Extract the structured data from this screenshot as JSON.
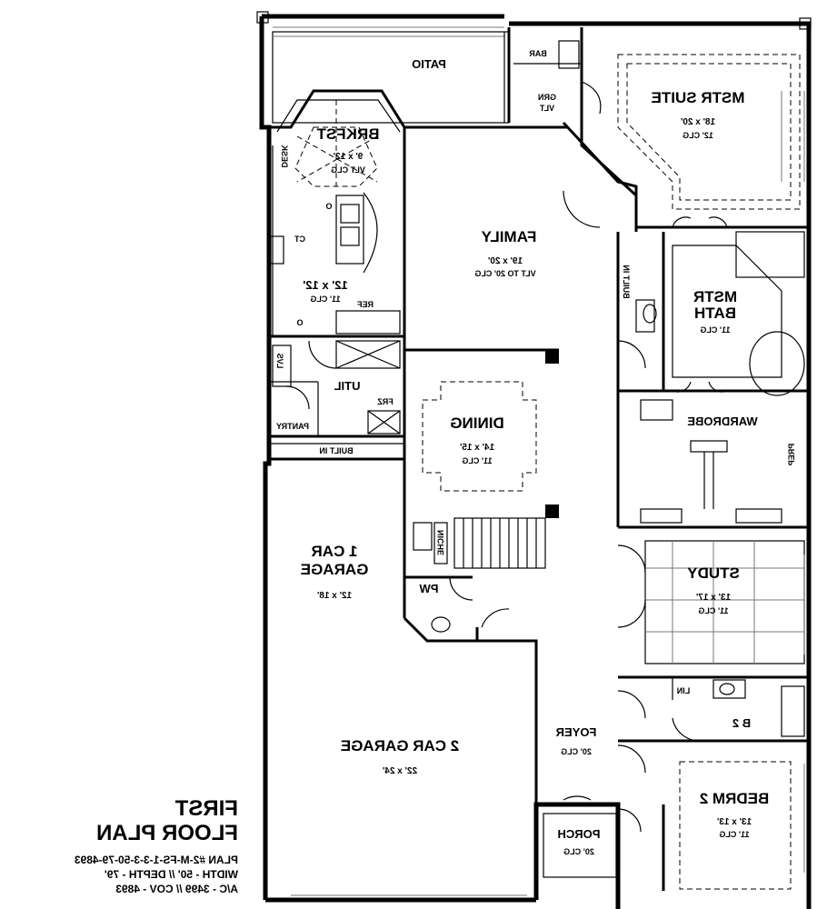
{
  "rooms": {
    "patio": {
      "name": "PATIO"
    },
    "bar": {
      "name": "BAR"
    },
    "grn": {
      "name1": "GRN",
      "name2": "VLT"
    },
    "mstr_suite": {
      "name": "MSTR SUITE",
      "size": "18' x 20'",
      "clg": "12' CLG"
    },
    "brkfst": {
      "name": "BRKFST",
      "size": "9' x 12'",
      "clg": "VLT CLG"
    },
    "desk": {
      "name": "DESK"
    },
    "kitchen": {
      "size": "12' x 12'",
      "clg": "11' CLG",
      "ct": "CT",
      "ref": "REF",
      "o1": "O",
      "o2": "O"
    },
    "family": {
      "name": "FAMILY",
      "size": "19' x 20'",
      "clg": "VLT TO 20' CLG"
    },
    "builtin_family": {
      "name": "BUILT IN"
    },
    "mstr_bath": {
      "name1": "MSTR",
      "name2": "BATH",
      "clg": "11' CLG"
    },
    "util": {
      "name": "UTIL"
    },
    "frz": {
      "name": "FRZ"
    },
    "pantry": {
      "name": "PANTRY"
    },
    "lvs": {
      "name": "LVS"
    },
    "builtin_hall": {
      "name": "BUILT IN"
    },
    "dining": {
      "name": "DINING",
      "size": "14' x 15'",
      "clg": "11' CLG"
    },
    "wardrobe": {
      "name": "WARDROBE"
    },
    "prep": {
      "name": "PREP"
    },
    "garage1": {
      "name1": "1 CAR",
      "name2": "GARAGE",
      "size": "12' x 18'"
    },
    "niche": {
      "name": "NICHE"
    },
    "pw": {
      "name": "PW"
    },
    "study": {
      "name": "STUDY",
      "size": "13' x 17'",
      "clg": "11' CLG"
    },
    "lin": {
      "name": "LIN"
    },
    "b2": {
      "name": "B 2"
    },
    "garage2": {
      "name": "2 CAR GARAGE",
      "size": "22' x 24'"
    },
    "foyer": {
      "name": "FOYER",
      "clg": "20' CLG"
    },
    "bedrm2": {
      "name": "BEDRM 2",
      "size": "13' x 13'",
      "clg": "11' CLG"
    },
    "porch": {
      "name": "PORCH",
      "clg": "20' CLG"
    }
  },
  "title_block": {
    "line1": "FIRST",
    "line2": "FLOOR PLAN",
    "plan_no": "PLAN #2-M-FS-1-3-3-50-79-4893",
    "dims": "WIDTH - 50' // DEPTH - 79'",
    "area": "A/C - 3499 // COV - 4893"
  }
}
